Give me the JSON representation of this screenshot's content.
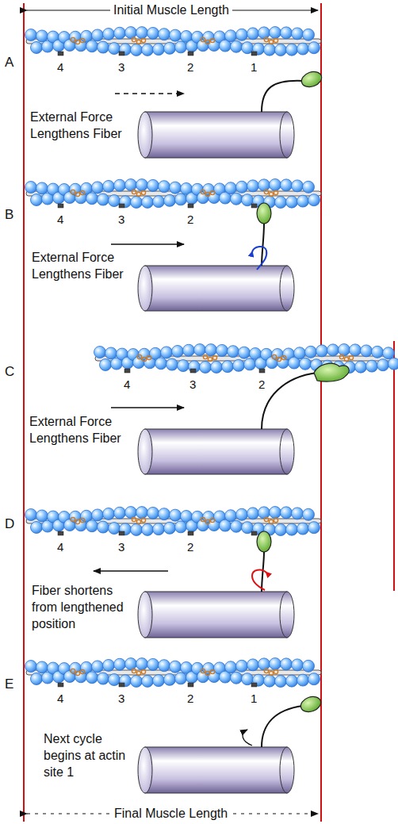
{
  "diagram": {
    "labels": [
      "Initial Muscle Length",
      "A",
      "4",
      "3",
      "2",
      "1",
      "External Force Lengthens Fiber",
      "B",
      "4",
      "3",
      "2",
      "External Force Lengthens Fiber",
      "C",
      "4",
      "3",
      "2",
      "External Force Lengthens Fiber",
      "D",
      "4",
      "3",
      "2",
      "Fiber shortens from lengthened position",
      "E",
      "4",
      "3",
      "2",
      "1",
      "Next cycle begins at actin site 1",
      "Final Muscle Length"
    ]
  }
}
